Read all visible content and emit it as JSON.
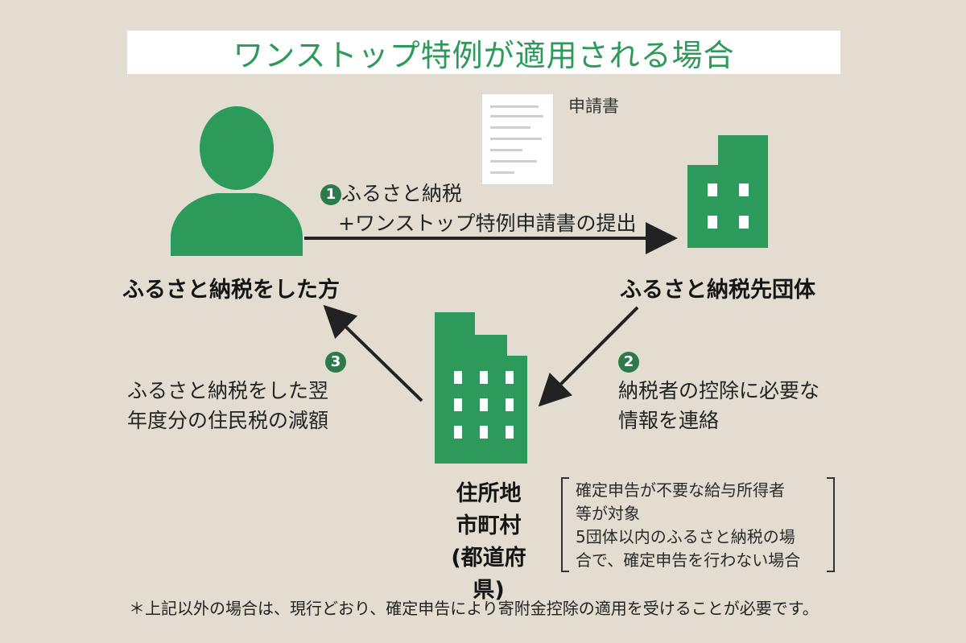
{
  "title": "ワンストップ特例が適用される場合",
  "application_form_label": "申請書",
  "step1": {
    "number": "1",
    "line1": "ふるさと納税",
    "line2": "+ワンストップ特例申請書の提出"
  },
  "step2": {
    "number": "2",
    "line1": "納税者の控除に必要な",
    "line2": "情報を連絡"
  },
  "step3": {
    "number": "3",
    "line1": "ふるさと納税をした翌",
    "line2": "年度分の住民税の減額"
  },
  "taxpayer_label": "ふるさと納税をした方",
  "destination_label": "ふるさと納税先団体",
  "residence": {
    "line1": "住所地",
    "line2": "市町村",
    "line3": "(都道府県)"
  },
  "conditions": [
    "確定申告が不要な給与所得者",
    "等が対象",
    "5団体以内のふるさと納税の場",
    "合で、確定申告を行わない場合"
  ],
  "footnote": "＊上記以外の場合は、現行どおり、確定申告により寄附金控除の適用を受けることが必要です。",
  "colors": {
    "green": "#2c9a5a",
    "background": "#e2ddd0",
    "arrow": "#222222"
  },
  "icons": [
    "person-icon",
    "building-icon",
    "document-icon",
    "arrow-icon"
  ]
}
